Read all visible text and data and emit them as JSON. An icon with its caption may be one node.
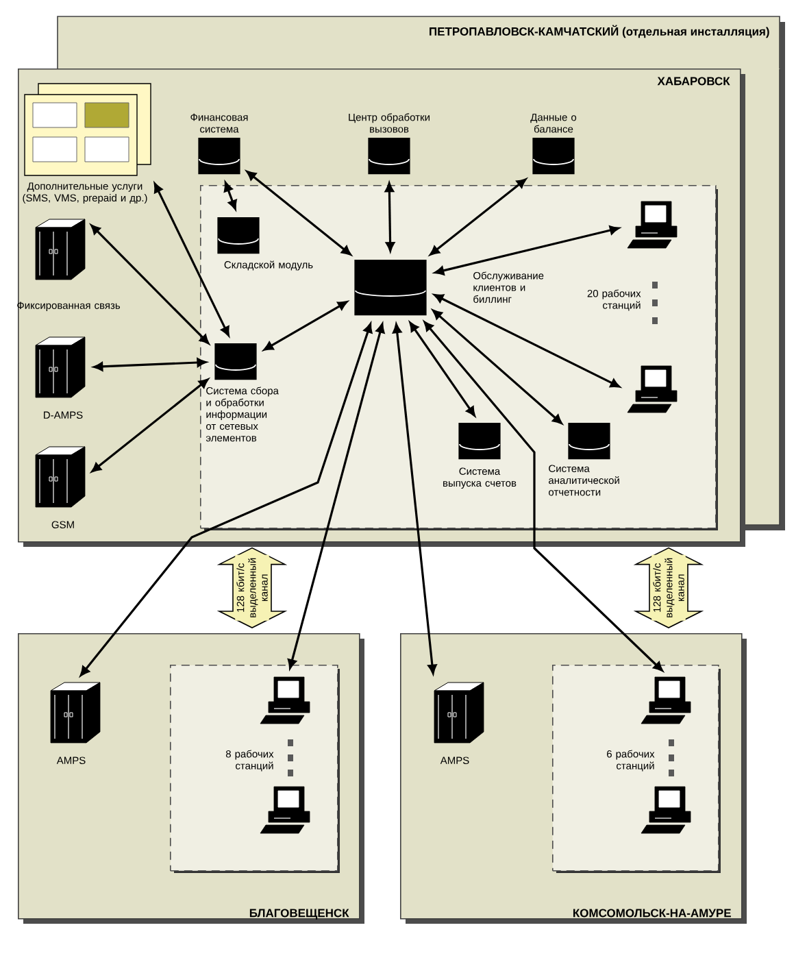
{
  "diagram": {
    "nodes": [
      {
        "text": [
          "ПЕТРОПАВЛОВСК-КАМЧАТСКИЙ (отдельная инсталляция)"
        ]
      },
      {
        "text": [
          "ХАБАРОВСК"
        ]
      },
      {
        "text": [],
        "shape": "box",
        "in": 1
      },
      {
        "text": [
          "Дополнительные услуги (SMS, VMS, prepaid и др.)"
        ],
        "in": 1
      },
      {
        "text": [
          "Финансовая система"
        ],
        "in": 1
      },
      {
        "text": [
          "Центр обработки вызовов"
        ],
        "in": 1
      },
      {
        "text": [
          "Данные о балансе"
        ],
        "in": 1
      },
      {
        "text": [
          "Фиксированная связь"
        ],
        "in": 1
      },
      {
        "text": [
          "D-AMPS"
        ],
        "in": 1
      },
      {
        "text": [
          "GSM"
        ],
        "in": 1
      },
      {
        "text": [
          "Складской модуль"
        ],
        "in": 2
      },
      {
        "text": [
          "Обслуживание клиентов и биллинг"
        ],
        "in": 2
      },
      {
        "text": [],
        "shape": "computer",
        "in": 2
      },
      {
        "text": [],
        "shape": "computer",
        "in": 2
      },
      {
        "text": [
          "Система сбора и обработки информации от сетевых элементов"
        ],
        "in": 2
      },
      {
        "text": [
          "Система выпуска счетов"
        ],
        "in": 2
      },
      {
        "text": [
          "Система аналитической отчетности"
        ],
        "in": 2
      },
      {
        "text": [
          "БЛАГОВЕЩЕНСК"
        ]
      },
      {
        "text": [
          "AMPS"
        ],
        "in": 17
      },
      {
        "text": [],
        "shape": "box",
        "in": 17
      },
      {
        "text": [],
        "shape": "computer",
        "in": 19
      },
      {
        "text": [],
        "shape": "computer",
        "in": 19
      },
      {
        "text": [
          "КОМСОМОЛЬСК-НА-АМУРЕ"
        ]
      },
      {
        "text": [
          "AMPS"
        ],
        "in": 22
      },
      {
        "text": [],
        "shape": "box",
        "in": 22
      },
      {
        "text": [],
        "shape": "computer",
        "in": 24
      },
      {
        "text": [],
        "shape": "computer",
        "in": 24
      }
    ],
    "edges": [
      {
        "from": 4,
        "to": 10,
        "arrow": "both"
      },
      {
        "from": 4,
        "to": 11,
        "arrow": "both"
      },
      {
        "from": 5,
        "to": 11,
        "arrow": "both"
      },
      {
        "from": 6,
        "to": 11,
        "arrow": "both"
      },
      {
        "from": 11,
        "to": 12,
        "arrow": "both"
      },
      {
        "from": 11,
        "to": 13,
        "arrow": "both"
      },
      {
        "from": 11,
        "to": 14,
        "arrow": "both"
      },
      {
        "from": 11,
        "to": 15,
        "arrow": "both"
      },
      {
        "from": 11,
        "to": 16,
        "arrow": "both"
      },
      {
        "from": 3,
        "to": 14,
        "arrow": "both"
      },
      {
        "from": 7,
        "to": 14,
        "arrow": "both"
      },
      {
        "from": 8,
        "to": 14,
        "arrow": "both"
      },
      {
        "from": 9,
        "to": 14,
        "arrow": "both"
      },
      {
        "from": 11,
        "to": 18,
        "arrow": "both"
      },
      {
        "from": 11,
        "to": 20,
        "arrow": "both"
      },
      {
        "from": 11,
        "to": 23,
        "arrow": "both"
      },
      {
        "from": 11,
        "to": 25,
        "arrow": "both"
      },
      {
        "from": 1,
        "to": 17,
        "arrow": "both",
        "label": "128 кбит/с выделенный канал",
        "style": "thick",
        "color": "#f6f2b4"
      },
      {
        "from": 1,
        "to": 22,
        "arrow": "both",
        "label": "128 кбит/с выделенный канал",
        "style": "thick",
        "color": "#f6f2b4"
      }
    ],
    "labels": [
      "20 рабочих станций",
      "8 рабочих станций",
      "6 рабочих станций"
    ]
  }
}
